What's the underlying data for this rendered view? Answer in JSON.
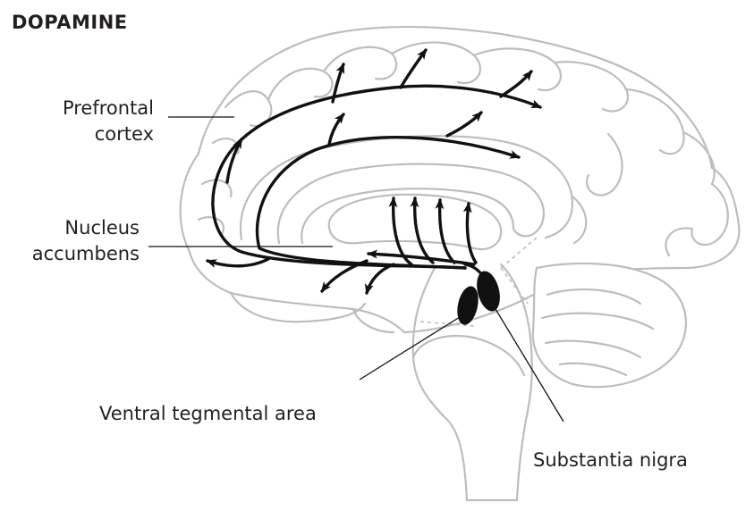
{
  "title": "DOPAMINE",
  "labels": {
    "prefrontal_cortex_line1": "Prefrontal",
    "prefrontal_cortex_line2": "cortex",
    "nucleus_accumbens_line1": "Nucleus",
    "nucleus_accumbens_line2": "accumbens",
    "ventral_tegmental_area": "Ventral tegmental area",
    "substantia_nigra": "Substantia nigra"
  },
  "colors": {
    "brain_outline": "#bcbdc0",
    "pathway": "#111111",
    "text": "#231f20",
    "background": "#ffffff"
  }
}
